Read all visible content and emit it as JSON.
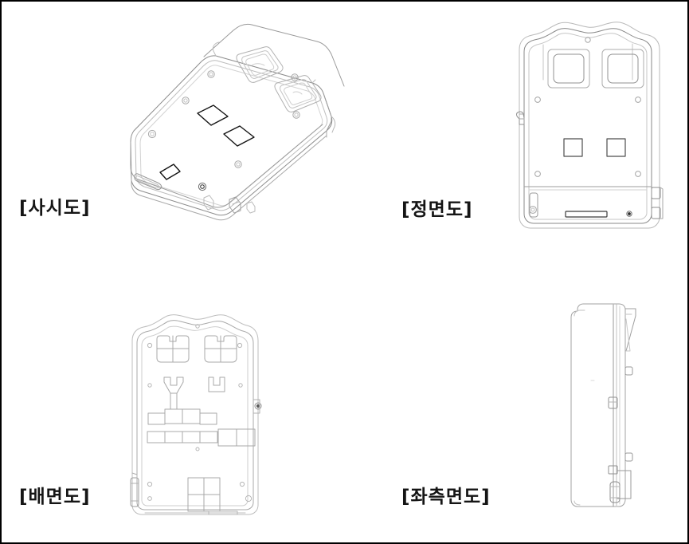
{
  "document": {
    "type": "design-drawing-sheet",
    "border_color": "#000000",
    "background_color": "#ffffff",
    "line_color": "#808080",
    "accent_line_color": "#1a1a1a"
  },
  "figures": [
    {
      "id": "iso",
      "caption": "[사시도]",
      "description": "isometric view of rectangular enclosure box",
      "features": [
        "two recessed rounded square panels on top face",
        "two small square through-holes on top face",
        "narrow rectangular slot on near face",
        "rounded rectangular opening on left end face",
        "small round screw bosses along the rim",
        "hinge tabs along the lower edge"
      ]
    },
    {
      "id": "front",
      "caption": "[정면도]",
      "description": "front elevation of enclosure door",
      "features": [
        "arched crown profile at top",
        "two large rounded square windows at top",
        "two small square openings at mid height",
        "horizontal split line across lower third",
        "horizontal vent slot near bottom",
        "cylinder lock dot at bottom right",
        "hinge bracket on left edge",
        "two latch tabs on right edge",
        "six round mounting holes"
      ]
    },
    {
      "id": "rear",
      "caption": "[배면도]",
      "description": "rear / interior panel view with mounting blocks",
      "features": [
        "two rounded four-quadrant mounting blocks at top",
        "V-shaped bracket and U-shaped bracket below",
        "stepped block stack in centre",
        "row of four small rectangular blocks",
        "two-cell rectangular block at right",
        "four-quadrant square block near bottom",
        "hinge knuckle on left edge",
        "latch pin on right edge"
      ]
    },
    {
      "id": "left",
      "caption": "[좌측면도]",
      "description": "left side elevation, thin profile",
      "features": [
        "tall narrow rounded body profile",
        "door edge line running full height",
        "angled flange at top right",
        "two small hinge lugs on right edge",
        "lock housing block near bottom right"
      ]
    }
  ]
}
